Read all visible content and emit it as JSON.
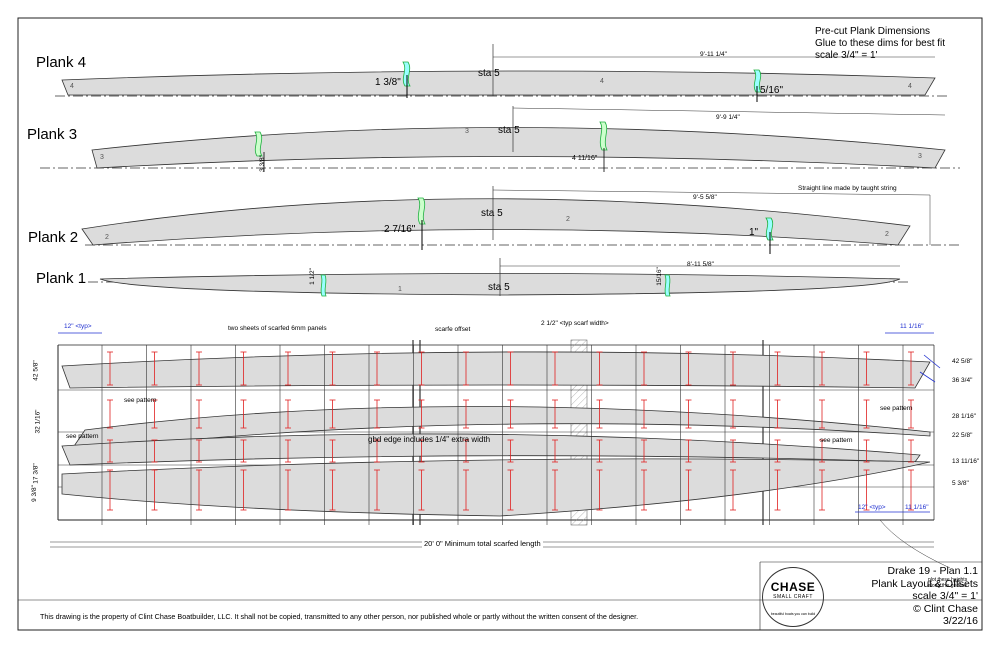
{
  "header": {
    "title": "Pre-cut Plank Dimensions",
    "subtitle": "Glue to these dims for best fit",
    "scale": "scale 3/4\" = 1'"
  },
  "planks": [
    {
      "name": "Plank 4",
      "number": "4",
      "station": "sta 5",
      "length": "9'-11 1/4\"",
      "offset_left": "1 3/8\"",
      "offset_right": "5/16\""
    },
    {
      "name": "Plank 3",
      "number": "3",
      "station": "sta 5",
      "length": "9'-9 1/4\"",
      "offset_left": "3 3/8\"",
      "offset_right": "4 11/16\""
    },
    {
      "name": "Plank 2",
      "number": "2",
      "station": "sta 5",
      "length": "9'-5 5/8\"",
      "offset_left": "2 7/16\"",
      "offset_right": "1\""
    },
    {
      "name": "Plank 1",
      "number": "1",
      "station": "sta 5",
      "length": "8'-11 5/8\"",
      "offset_left": "1 1/2\"",
      "offset_right": "15/16\""
    }
  ],
  "annotations": {
    "taught_string": "Straight line made by taught string",
    "two_sheets": "two sheets of scarfed 6mm panels",
    "scarfe_offset": "scarfe offset",
    "scarf_width": "2 1/2\" <typ scarf width>",
    "typ_left": "12\" <typ>",
    "typ_right": "11 1/16\"",
    "typ_bottom": "12\" <typ>",
    "typ_bottom2": "11 1/16\"",
    "see_pattern": "see pattern",
    "gbd_edge": "gbd edge includes 1/4\" extra width",
    "min_length": "20' 0\" Minimum total scarfed length",
    "plot_heights": "plot these heights along this gridline"
  },
  "right_dims": [
    "42 5/8\"",
    "36 3/4\"",
    "28 1/16\"",
    "22 5/8\"",
    "13 11/16\"",
    "5 3/8\""
  ],
  "left_dims": [
    "42 5/8\"",
    "32 1/16\"",
    "17 3/8\"",
    "9 3/8\""
  ],
  "title_block": {
    "line1": "Drake 19 - Plan 1.1",
    "line2": "Plank Layout & Offsets",
    "line3": "scale 3/4\" = 1'",
    "line4": "© Clint Chase",
    "line5": "3/22/16"
  },
  "logo": {
    "name": "CHASE",
    "sub": "SMALL CRAFT",
    "tag": "beautiful boats you can build"
  },
  "footer": "This drawing is the property of Clint Chase Boatbuilder, LLC. It shall not be copied, transmitted to any other person, nor published whole or partly without the written consent of the designer.",
  "colors": {
    "hull_fill": "#dcdcdc",
    "dim_red": "#e02020",
    "dim_blue": "#2030d0",
    "scarf_green": "#20b040",
    "scarf_cyan": "#40d0e0"
  }
}
